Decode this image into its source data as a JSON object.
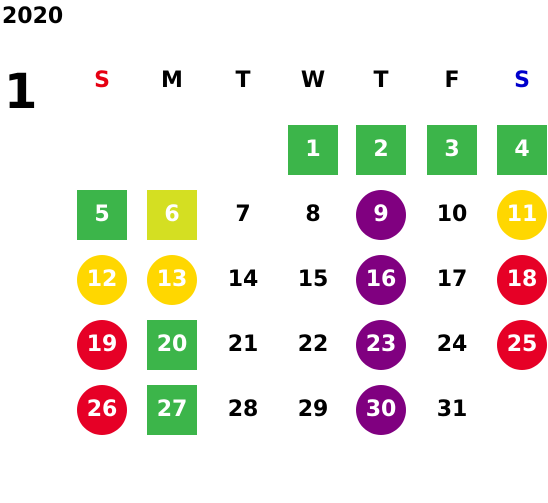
{
  "calendar": {
    "year": "2020",
    "month": "1",
    "weekdays": [
      {
        "label": "S",
        "color": "#e60012"
      },
      {
        "label": "M",
        "color": "#000000"
      },
      {
        "label": "T",
        "color": "#000000"
      },
      {
        "label": "W",
        "color": "#000000"
      },
      {
        "label": "T",
        "color": "#000000"
      },
      {
        "label": "F",
        "color": "#000000"
      },
      {
        "label": "S",
        "color": "#0000cc"
      }
    ],
    "first_weekday_index": 3,
    "days": [
      {
        "d": "1",
        "shape": "square",
        "fill": "#3cb54a",
        "text": "#ffffff"
      },
      {
        "d": "2",
        "shape": "square",
        "fill": "#3cb54a",
        "text": "#ffffff"
      },
      {
        "d": "3",
        "shape": "square",
        "fill": "#3cb54a",
        "text": "#ffffff"
      },
      {
        "d": "4",
        "shape": "square",
        "fill": "#3cb54a",
        "text": "#ffffff"
      },
      {
        "d": "5",
        "shape": "square",
        "fill": "#3cb54a",
        "text": "#ffffff"
      },
      {
        "d": "6",
        "shape": "square",
        "fill": "#d4df22",
        "text": "#ffffff"
      },
      {
        "d": "7",
        "shape": "none",
        "fill": "",
        "text": "#000000"
      },
      {
        "d": "8",
        "shape": "none",
        "fill": "",
        "text": "#000000"
      },
      {
        "d": "9",
        "shape": "circle",
        "fill": "#800080",
        "text": "#ffffff"
      },
      {
        "d": "10",
        "shape": "none",
        "fill": "",
        "text": "#000000"
      },
      {
        "d": "11",
        "shape": "circle",
        "fill": "#ffd700",
        "text": "#ffffff"
      },
      {
        "d": "12",
        "shape": "circle",
        "fill": "#ffd700",
        "text": "#ffffff"
      },
      {
        "d": "13",
        "shape": "circle",
        "fill": "#ffd700",
        "text": "#ffffff"
      },
      {
        "d": "14",
        "shape": "none",
        "fill": "",
        "text": "#000000"
      },
      {
        "d": "15",
        "shape": "none",
        "fill": "",
        "text": "#000000"
      },
      {
        "d": "16",
        "shape": "circle",
        "fill": "#800080",
        "text": "#ffffff"
      },
      {
        "d": "17",
        "shape": "none",
        "fill": "",
        "text": "#000000"
      },
      {
        "d": "18",
        "shape": "circle",
        "fill": "#e60026",
        "text": "#ffffff"
      },
      {
        "d": "19",
        "shape": "circle",
        "fill": "#e60026",
        "text": "#ffffff"
      },
      {
        "d": "20",
        "shape": "square",
        "fill": "#3cb54a",
        "text": "#ffffff"
      },
      {
        "d": "21",
        "shape": "none",
        "fill": "",
        "text": "#000000"
      },
      {
        "d": "22",
        "shape": "none",
        "fill": "",
        "text": "#000000"
      },
      {
        "d": "23",
        "shape": "circle",
        "fill": "#800080",
        "text": "#ffffff"
      },
      {
        "d": "24",
        "shape": "none",
        "fill": "",
        "text": "#000000"
      },
      {
        "d": "25",
        "shape": "circle",
        "fill": "#e60026",
        "text": "#ffffff"
      },
      {
        "d": "26",
        "shape": "circle",
        "fill": "#e60026",
        "text": "#ffffff"
      },
      {
        "d": "27",
        "shape": "square",
        "fill": "#3cb54a",
        "text": "#ffffff"
      },
      {
        "d": "28",
        "shape": "none",
        "fill": "",
        "text": "#000000"
      },
      {
        "d": "29",
        "shape": "none",
        "fill": "",
        "text": "#000000"
      },
      {
        "d": "30",
        "shape": "circle",
        "fill": "#800080",
        "text": "#ffffff"
      },
      {
        "d": "31",
        "shape": "none",
        "fill": "",
        "text": "#000000"
      }
    ]
  }
}
